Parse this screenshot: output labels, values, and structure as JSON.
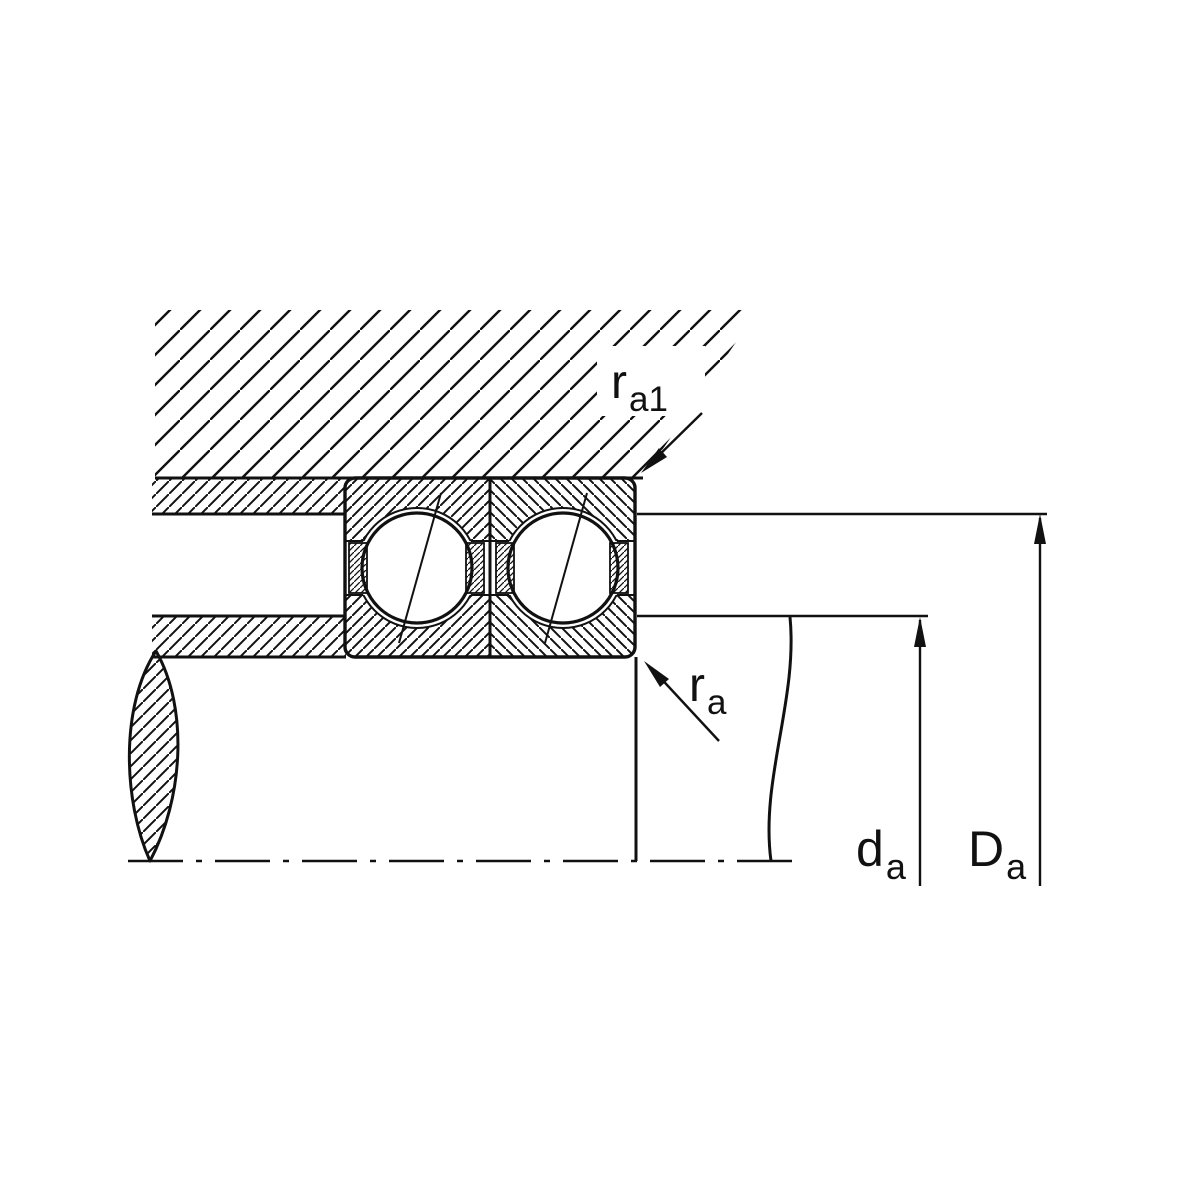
{
  "diagram": {
    "background_color": "#ffffff",
    "line_color": "#111111",
    "labels": {
      "housing_fillet_radius": {
        "base": "r",
        "sub": "a1"
      },
      "shaft_fillet_radius": {
        "base": "r",
        "sub": "a"
      },
      "shaft_abutment_diameter": {
        "base": "d",
        "sub": "a"
      },
      "housing_abutment_diameter": {
        "base": "D",
        "sub": "a"
      }
    }
  }
}
